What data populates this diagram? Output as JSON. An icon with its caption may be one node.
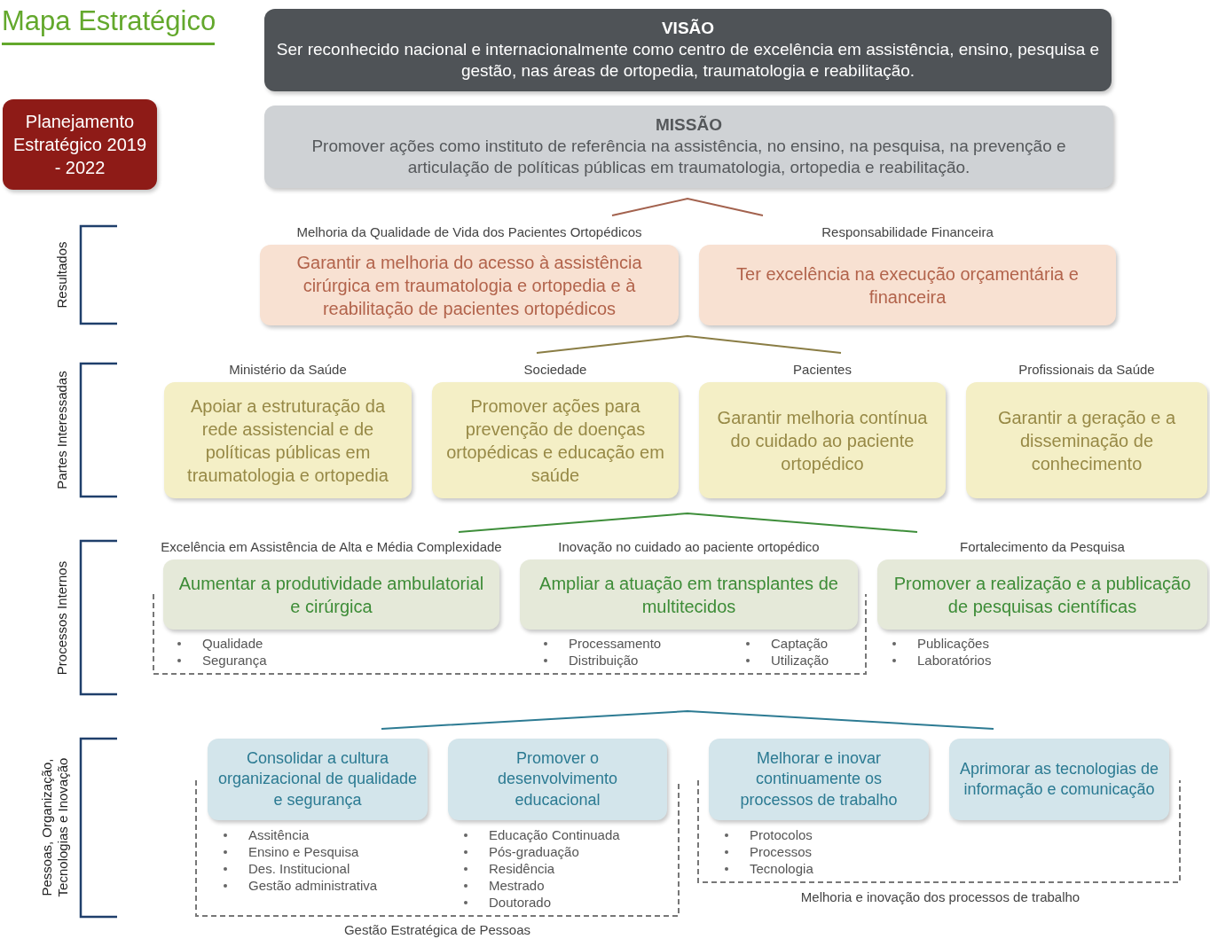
{
  "diagram": {
    "title": "Mapa Estratégico",
    "nodes": [
      {
        "text": [
          "Planejamento Estratégico 2019 - 2022"
        ]
      },
      {
        "text": [
          "VISÃO",
          "Ser reconhecido nacional e internacionalmente como centro de excelência em assistência, ensino, pesquisa e gestão, nas áreas de ortopedia, traumatologia e reabilitação."
        ]
      },
      {
        "text": [
          "MISSÃO",
          "Promover ações como instituto de referência na assistência, no ensino, na pesquisa, na prevenção e articulação de políticas públicas em traumatologia, ortopedia e reabilitação."
        ]
      },
      {
        "text": [
          "Garantir a melhoria do acesso à assistência cirúrgica em traumatologia e ortopedia e à reabilitação de pacientes ortopédicos"
        ],
        "beside": [
          "Melhoria da Qualidade de Vida dos Pacientes Ortopédicos"
        ]
      },
      {
        "text": [
          "Ter excelência na execução orçamentária e financeira"
        ],
        "beside": [
          "Responsabilidade Financeira"
        ]
      },
      {
        "text": [
          "Apoiar a estruturação da rede assistencial e de políticas públicas em traumatologia e ortopedia"
        ],
        "beside": [
          "Ministério da Saúde"
        ]
      },
      {
        "text": [
          "Promover ações para prevenção de doenças ortopédicas e educação em saúde"
        ],
        "beside": [
          "Sociedade"
        ]
      },
      {
        "text": [
          "Garantir melhoria contínua do cuidado ao paciente ortopédico"
        ],
        "beside": [
          "Pacientes"
        ]
      },
      {
        "text": [
          "Garantir a geração e a disseminação de conhecimento"
        ],
        "beside": [
          "Profissionais da Saúde"
        ]
      },
      {
        "text": [
          "Aumentar a produtividade ambulatorial e cirúrgica"
        ],
        "beside": [
          "Excelência em Assistência de Alta e Média Complexidade"
        ]
      },
      {
        "text": [
          "Ampliar a atuação em transplantes de multitecidos"
        ],
        "beside": [
          "Inovação no cuidado ao paciente ortopédico"
        ]
      },
      {
        "text": [
          "Promover a realização e a publicação de pesquisas científicas"
        ],
        "beside": [
          "Fortalecimento da Pesquisa"
        ]
      },
      {
        "text": [
          "Consolidar a cultura organizacional de qualidade e segurança"
        ]
      },
      {
        "text": [
          "Promover o desenvolvimento educacional"
        ]
      },
      {
        "text": [
          "Melhorar e inovar continuamente os processos de trabalho"
        ]
      },
      {
        "text": [
          "Aprimorar as tecnologias de informação e comunicação"
        ]
      }
    ],
    "labels": [
      "Resultados",
      "Partes Interessadas",
      "Processos Internos",
      "Pessoas, Organização, Tecnologias e Inovação",
      "Qualidade",
      "Segurança",
      "Processamento",
      "Distribuição",
      "Captação",
      "Utilização",
      "Publicações",
      "Laboratórios",
      "Assitência",
      "Ensino e Pesquisa",
      "Des. Institucional",
      "Gestão administrativa",
      "Educação Continuada",
      "Pós-graduação",
      "Residência",
      "Mestrado",
      "Doutorado",
      "Protocolos",
      "Processos",
      "Tecnologia",
      "Melhoria e inovação dos processos de trabalho",
      "Gestão Estratégica de Pessoas"
    ]
  }
}
